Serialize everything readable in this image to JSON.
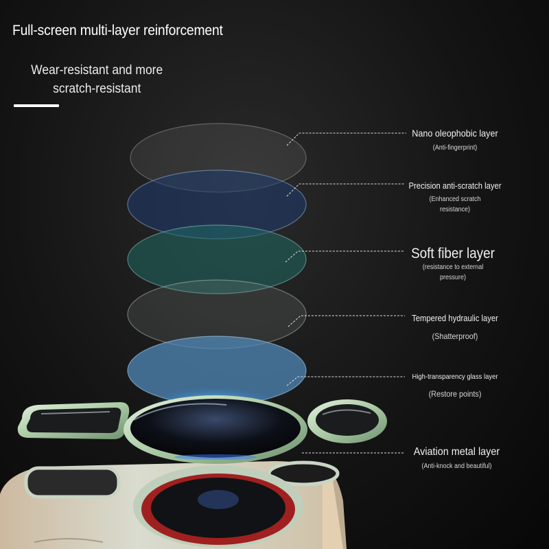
{
  "header": {
    "title": "Full-screen multi-layer reinforcement",
    "subtitle_line1": "Wear-resistant and more",
    "subtitle_line2": "scratch-resistant"
  },
  "layers": [
    {
      "name": "Nano oleophobic layer",
      "note": "(Anti-fingerprint)",
      "color": "#9aa39f"
    },
    {
      "name": "Precision anti-scratch layer",
      "note1": "(Enhanced scratch",
      "note2": "resistance)",
      "color": "#2c4a78"
    },
    {
      "name": "Soft fiber layer",
      "note1": "(resistance to external",
      "note2": "pressure)",
      "color": "#2f6b66"
    },
    {
      "name": "Tempered hydraulic layer",
      "note": "(Shatterproof)",
      "color": "#8e9491"
    },
    {
      "name": "High-transparency glass layer",
      "note": "(Restore points)",
      "color": "#5d8fb8"
    },
    {
      "name": "Aviation metal layer",
      "note": "(Anti-knock and beautiful)",
      "color": "#b9d7b4"
    }
  ]
}
